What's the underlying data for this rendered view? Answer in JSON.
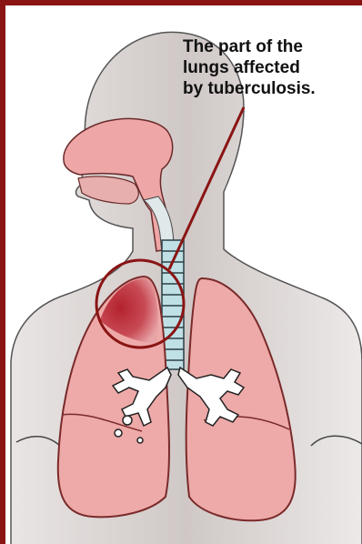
{
  "caption": {
    "lines": [
      "The part of the",
      "lungs affected",
      "by tuberculosis."
    ]
  },
  "colors": {
    "frame": "#8a1414",
    "body_silhouette": "#cdc6c4",
    "lung_fill": "#eeaaa8",
    "lung_outline": "#7a2a2a",
    "affected_region": "#c0404a",
    "callout": "#8a1414",
    "trachea": "#b9dde2"
  },
  "icons": {
    "silhouette": "human-upper-body",
    "organ": "lungs"
  }
}
